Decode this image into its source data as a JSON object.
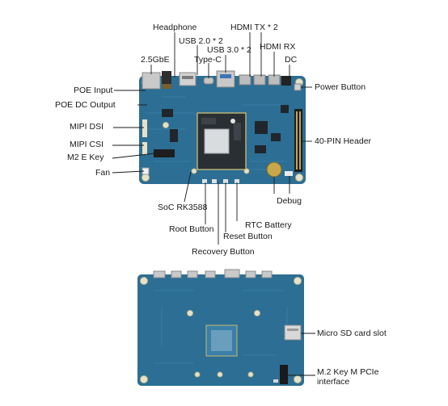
{
  "top_board": {
    "labels": {
      "headphone": "Headphone",
      "usb20": "USB 2.0 * 2",
      "hdmi_tx": "HDMI TX * 2",
      "usb30": "USB 3.0 * 2",
      "type_c": "Type-C",
      "gbe": "2.5GbE",
      "hdmi_rx": "HDMI RX",
      "dc": "DC",
      "poe_input": "POE Input",
      "power_button": "Power Button",
      "poe_dc_output": "POE DC Output",
      "mipi_dsi": "MIPI DSI",
      "mipi_csi": "MIPI CSI",
      "header40": "40-PIN Header",
      "m2_e_key": "M2 E Key",
      "fan": "Fan",
      "debug": "Debug",
      "soc": "SoC RK3588",
      "rtc": "RTC Battery",
      "root_button": "Root Button",
      "reset_button": "Reset Button",
      "recovery_button": "Recovery Button"
    }
  },
  "bottom_board": {
    "labels": {
      "micro_sd": "Micro SD card slot",
      "m2_pcie_line1": "M.2 Key M PCIe",
      "m2_pcie_line2": "interface"
    }
  },
  "colors": {
    "pcb": "#2c6e94",
    "pcb_dark": "#1f5677",
    "trace": "#3f86ad",
    "leader": "#1a1a1a"
  }
}
